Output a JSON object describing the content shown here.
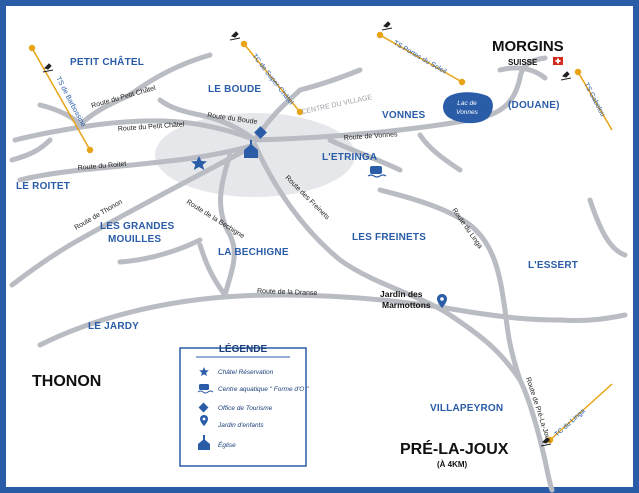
{
  "map": {
    "towns": {
      "morgins": "MORGINS",
      "suisse": "SUISSE",
      "thonon": "THONON",
      "pre_la_joux": "PRÉ-LA-JOUX",
      "pre_la_joux_distance": "(À 4KM)"
    },
    "areas": {
      "petit_chatel": "PETIT CHÂTEL",
      "le_boude": "LE BOUDE",
      "vonnes": "VONNES",
      "douane": "(DOUANE)",
      "le_roitet": "LE ROITET",
      "l_etringa": "L'ETRINGA",
      "les_grandes": "LES GRANDES",
      "mouilles": "MOUILLES",
      "la_bechigne": "LA BECHIGNE",
      "les_freinets": "LES FREINETS",
      "l_essert": "L'ESSERT",
      "le_jardy": "LE JARDY",
      "villapeyron": "VILLAPEYRON",
      "centre_du_village": "CENTRE DU VILLAGE"
    },
    "roads": {
      "petit_chatel_1": "Route du Petit Châtel",
      "petit_chatel_2": "Route du Petit Châtel",
      "boude": "Route du Boude",
      "vonnes": "Route de Vonnes",
      "roitet": "Route du Roitet",
      "thonon": "Route de Thonon",
      "bechigne": "Route de la Bechigne",
      "freinets": "Route des Freinets",
      "linga": "Route du Linga",
      "dranse": "Route de la Dranse",
      "pre_la_joux": "Route de Pré-La-Joux"
    },
    "lifts": {
      "barbossine": "TS de Barbossine",
      "super_chatel": "TC de Super-Châtel",
      "portes_du_soleil": "TS Portes du Soleil",
      "gabelou": "TS Gabelou",
      "linga": "TC du Linga"
    },
    "lake": {
      "line1": "Lac de",
      "line2": "Vonnes"
    },
    "garden": {
      "line1": "Jardin des",
      "line2": "Marmottons"
    },
    "legend": {
      "title": "LÉGENDE",
      "items": [
        {
          "icon": "star-icon",
          "label": "Châtel Réservation"
        },
        {
          "icon": "pool-icon",
          "label": "Centre aquatique \" Forme d'O \""
        },
        {
          "icon": "tourism-office-icon",
          "label": "Office de Tourisme"
        },
        {
          "icon": "map-pin-icon",
          "label": "Jardin d'enfants"
        },
        {
          "icon": "church-icon",
          "label": "Église"
        }
      ]
    },
    "colors": {
      "frame": "#2a5ca8",
      "road": "#b9bcc2",
      "lift": "#e8a317",
      "area_text": "#2a5ca8",
      "lake": "#2a5ca8",
      "swiss_red": "#d52b1e"
    }
  }
}
